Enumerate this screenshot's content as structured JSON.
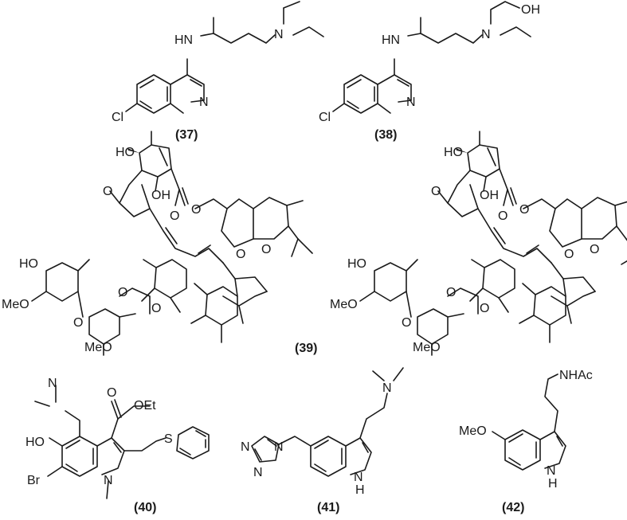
{
  "compounds": [
    {
      "label": "(37)"
    },
    {
      "label": "(38)"
    },
    {
      "label": "(39)"
    },
    {
      "label": "(40)"
    },
    {
      "label": "(41)"
    },
    {
      "label": "(42)"
    }
  ],
  "atoms": {
    "HN": "HN",
    "N": "N",
    "Cl": "Cl",
    "OH": "OH",
    "HO": "HO",
    "O": "O",
    "MeO": "MeO",
    "OEt": "OEt",
    "S": "S",
    "Br": "Br",
    "NH": "H",
    "NHAc": "NHAc"
  }
}
